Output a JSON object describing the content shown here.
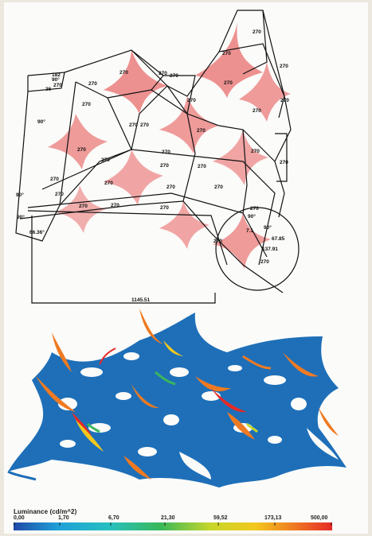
{
  "plan": {
    "dimension_labels": [
      "270",
      "270",
      "270",
      "270",
      "270",
      "270",
      "270",
      "270",
      "270",
      "270",
      "270",
      "270",
      "270",
      "270",
      "270",
      "270",
      "270",
      "270",
      "270",
      "270",
      "270",
      "270",
      "270",
      "270",
      "270",
      "270",
      "270",
      "270",
      "270",
      "270",
      "270",
      "270",
      "270"
    ],
    "angle_labels": [
      "90°",
      "90°",
      "90°",
      "90°",
      "90°",
      "90°",
      "67.85",
      "66.36°"
    ],
    "small_labels": [
      "270",
      "182",
      "36",
      "7.1",
      "137.91"
    ],
    "overall_length": "1145.51"
  },
  "rendering": {},
  "legend": {
    "title": "Luminance (cd/m^2)",
    "ticks": [
      "0,00",
      "1,70",
      "6,70",
      "21,30",
      "59,52",
      "173,13",
      "500,00"
    ],
    "gradient_colors": [
      "#1f4aa8",
      "#1fa0d8",
      "#27c0c0",
      "#39b85a",
      "#c8d62a",
      "#f2c81e",
      "#ef7a22",
      "#e52a26"
    ]
  }
}
